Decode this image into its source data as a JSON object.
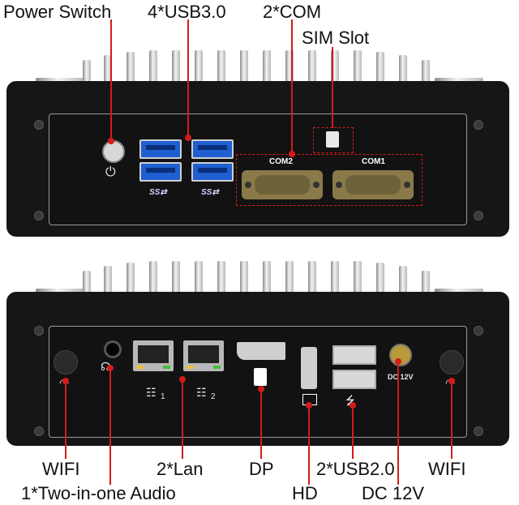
{
  "labels": {
    "power_switch": "Power Switch",
    "usb3": "4*USB3.0",
    "com": "2*COM",
    "sim_slot": "SIM Slot",
    "wifi_left": "WIFI",
    "lan": "2*Lan",
    "dp": "DP",
    "usb2": "2*USB2.0",
    "wifi_right": "WIFI",
    "audio": "1*Two-in-one Audio",
    "hd": "HD",
    "dc": "DC 12V"
  },
  "device_marks": {
    "com2": "COM2",
    "com1": "COM1",
    "usb_logo": "SS⇄",
    "dc_print": "DC 12V",
    "lan1": "1",
    "lan2": "2"
  },
  "colors": {
    "callout": "#d51a1a",
    "body": "#161616",
    "usb3_blue": "#1f5fd0"
  }
}
